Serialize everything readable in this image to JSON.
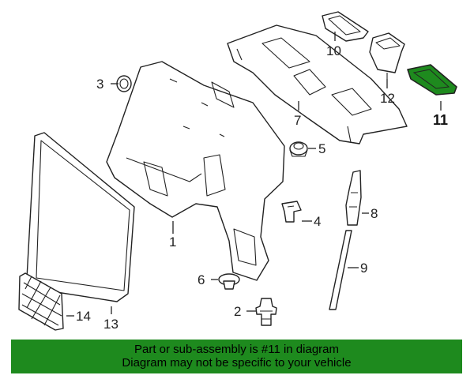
{
  "callouts": {
    "c1": "1",
    "c2": "2",
    "c3": "3",
    "c4": "4",
    "c5": "5",
    "c6": "6",
    "c7": "7",
    "c8": "8",
    "c9": "9",
    "c10": "10",
    "c11": "11",
    "c12": "12",
    "c13": "13",
    "c14": "14"
  },
  "highlight": {
    "part_number": "11",
    "color": "#1e8a1e"
  },
  "banner": {
    "line1": "Part or sub-assembly is #11 in diagram",
    "line2": "Diagram may not be specific to your vehicle",
    "background": "#1e8a1e"
  }
}
